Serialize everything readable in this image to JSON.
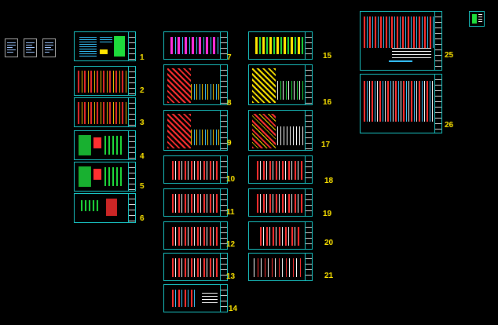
{
  "drawing": {
    "background": "#000000",
    "frame_color": "#19c6c6",
    "number_color": "#ffe600",
    "sheet_numbers": [
      "1",
      "2",
      "3",
      "4",
      "5",
      "6",
      "7",
      "8",
      "9",
      "10",
      "11",
      "12",
      "13",
      "14",
      "15",
      "16",
      "17",
      "18",
      "19",
      "20",
      "21",
      "25",
      "26"
    ]
  },
  "covers": [
    "cover-sheet-a",
    "cover-sheet-b",
    "cover-sheet-c"
  ],
  "legend_thumbnail": "layout-thumbnail"
}
